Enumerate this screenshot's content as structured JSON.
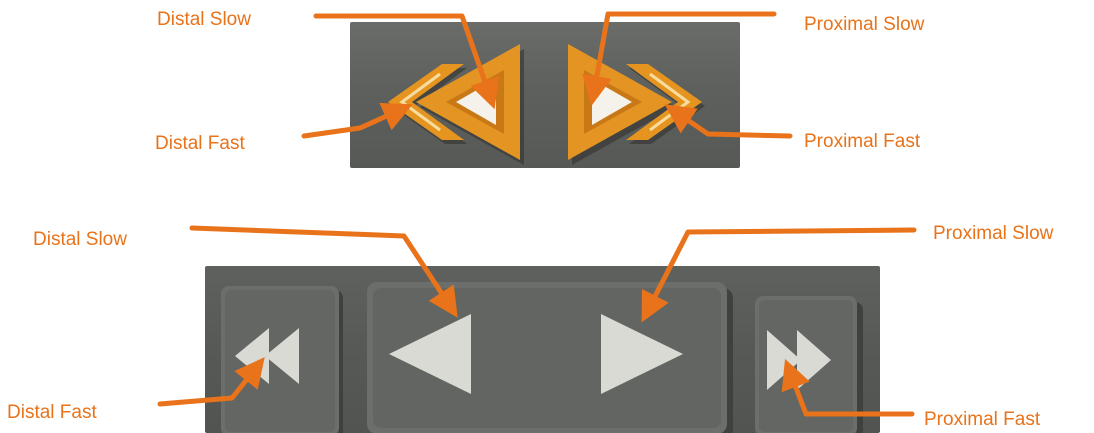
{
  "accent_color": "#e8731a",
  "top_panel": {
    "buttons": [
      {
        "icon": "single-left-triangle-icon"
      },
      {
        "icon": "double-left-chevron-icon"
      },
      {
        "icon": "single-right-triangle-icon"
      },
      {
        "icon": "double-right-chevron-icon"
      }
    ],
    "labels": {
      "distal_slow": "Distal Slow",
      "distal_fast": "Distal Fast",
      "proximal_slow": "Proximal Slow",
      "proximal_fast": "Proximal Fast"
    }
  },
  "bottom_panel": {
    "buttons": [
      {
        "icon": "double-left-triangle-icon"
      },
      {
        "icon": "single-left-triangle-icon"
      },
      {
        "icon": "single-right-triangle-icon"
      },
      {
        "icon": "double-right-triangle-icon"
      }
    ],
    "labels": {
      "distal_slow": "Distal Slow",
      "distal_fast": "Distal Fast",
      "proximal_slow": "Proximal Slow",
      "proximal_fast": "Proximal Fast"
    }
  }
}
